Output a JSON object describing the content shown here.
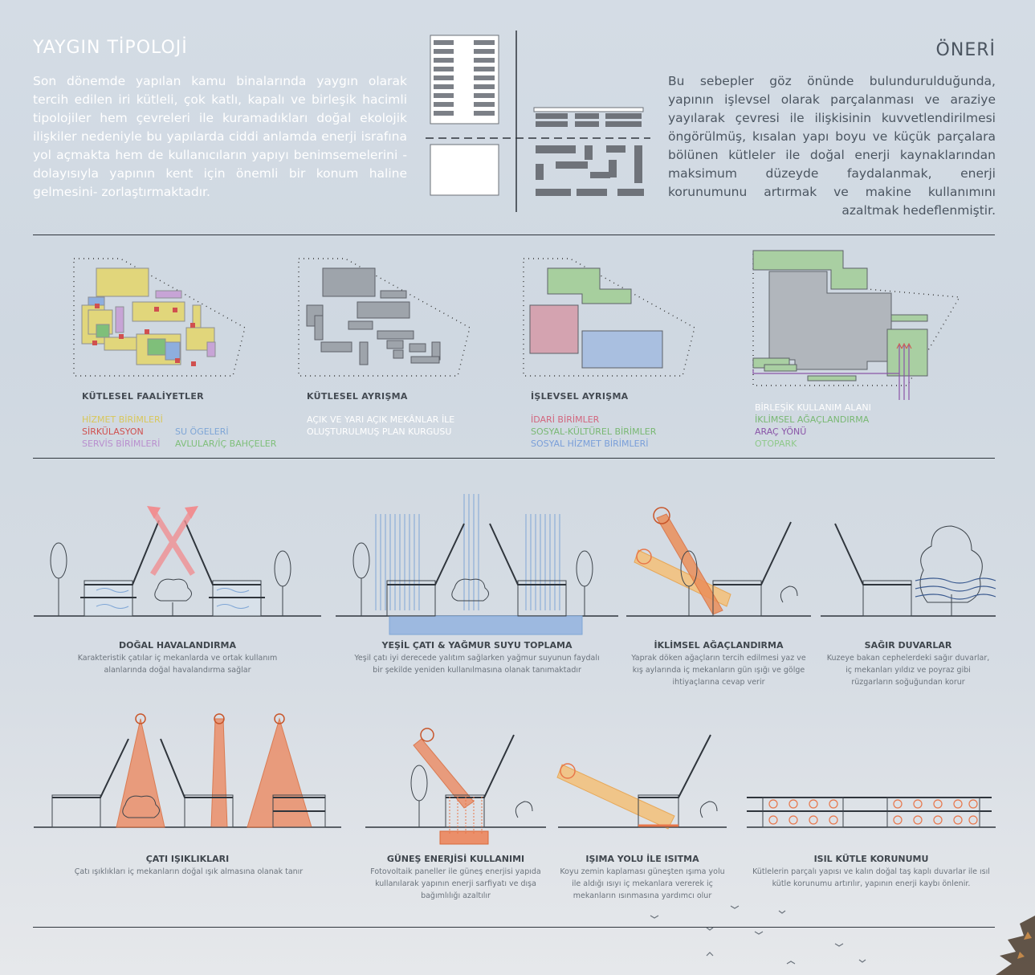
{
  "typology": {
    "title": "YAYGIN TİPOLOJİ",
    "text": "Son dönemde yapılan kamu binalarında yaygın olarak tercih edilen iri kütleli, çok katlı, kapalı ve birleşik hacimli tipolojiler hem çevreleri ile kuramadıkları doğal ekolojik ilişkiler nedeniyle bu yapılarda ciddi anlamda enerji israfına yol açmakta hem de kullanıcıların yapıyı benimsemelerini -dolayısıyla yapının kent için önemli bir konum haline gelmesini- zorlaştırmaktadır."
  },
  "proposal": {
    "title": "ÖNERİ",
    "text": "Bu sebepler göz önünde bulundurulduğunda, yapının işlevsel olarak parçalanması ve araziye yayılarak çevresi ile ilişkisinin kuvvetlendirilmesi öngörülmüş, kısalan yapı boyu ve küçük parçalara bölünen kütleler ile doğal enerji kaynaklarından maksimum düzeyde faydalanmak, enerji korunumunu artırmak ve makine kullanımını azaltmak hedeflenmiştir."
  },
  "diagrams": [
    {
      "title": "KÜTLESEL FAALİYETLER",
      "legend_left": [
        "HİZMET BİRİMLERİ",
        "SİRKÜLASYON",
        "SERVİS BİRİMLERİ"
      ],
      "legend_right": [
        "SU ÖGELERİ",
        "AVLULAR/İÇ BAHÇELER"
      ]
    },
    {
      "title": "KÜTLESEL AYRIŞMA",
      "legend": [
        "AÇIK VE YARI AÇIK MEKÂNLAR İLE",
        "OLUŞTURULMUŞ PLAN KURGUSU"
      ]
    },
    {
      "title": "İŞLEVSEL AYRIŞMA",
      "legend": [
        "İDARİ BİRİMLER",
        "SOSYAL-KÜLTÜREL BİRİMLER",
        "SOSYAL HİZMET BİRİMLERİ"
      ]
    },
    {
      "title": "",
      "legend": [
        "BİRLEŞİK KULLANIM ALANI",
        "İKLİMSEL AĞAÇLANDIRMA",
        "ARAÇ YÖNÜ",
        "OTOPARK"
      ]
    }
  ],
  "sections_row1": [
    {
      "title": "DOĞAL HAVALANDIRMA",
      "text": "Karakteristik çatılar iç mekanlarda ve ortak kullanım alanlarında doğal havalandırma sağlar"
    },
    {
      "title": "YEŞİL ÇATI & YAĞMUR SUYU TOPLAMA",
      "text": "Yeşil çatı iyi derecede yalıtım sağlarken yağmur suyunun faydalı bir şekilde yeniden kullanılmasına olanak tanımaktadır"
    },
    {
      "title": "İKLİMSEL AĞAÇLANDIRMA",
      "text": "Yaprak döken ağaçların tercih edilmesi yaz ve kış aylarında iç mekanların gün ışığı ve gölge ihtiyaçlarına cevap verir"
    },
    {
      "title": "SAĞIR DUVARLAR",
      "text": "Kuzeye bakan cephelerdeki sağır duvarlar, iç mekanları yıldız ve poyraz gibi rüzgarların soğuğundan korur"
    }
  ],
  "sections_row2": [
    {
      "title": "ÇATI IŞIKLIKLARI",
      "text": "Çatı ışıklıkları iç mekanların doğal ışık almasına olanak tanır"
    },
    {
      "title": "GÜNEŞ ENERJİSİ KULLANIMI",
      "text": "Fotovoltaik paneller ile güneş enerjisi yapıda kullanılarak yapının enerji sarfiyatı ve dışa bağımlılığı azaltılır"
    },
    {
      "title": "IŞIMA YOLU İLE ISITMA",
      "text": "Koyu zemin kaplaması güneşten ışıma yolu ile aldığı ısıyı iç mekanlara vererek iç mekanların ısınmasına yardımcı olur"
    },
    {
      "title": "ISIL KÜTLE KORUNUMU",
      "text": "Kütlelerin parçalı yapısı ve kalın doğal taş kaplı duvarlar ile ısıl kütle korunumu artırılır, yapının enerji kaybı önlenir."
    }
  ],
  "colors": {
    "service": "#d9c75a",
    "circulation": "#d0504f",
    "utility": "#b98fce",
    "water": "#7fa6d6",
    "courtyard": "#7fbf7a",
    "mass": "#9ea4ab",
    "admin": "#d97a88",
    "cultural": "#8fc98a",
    "social": "#8fb0df",
    "vehicle": "#8a55a8",
    "parking": "#8fc98a",
    "heat": "#e8764a",
    "sun": "#f0b870"
  }
}
